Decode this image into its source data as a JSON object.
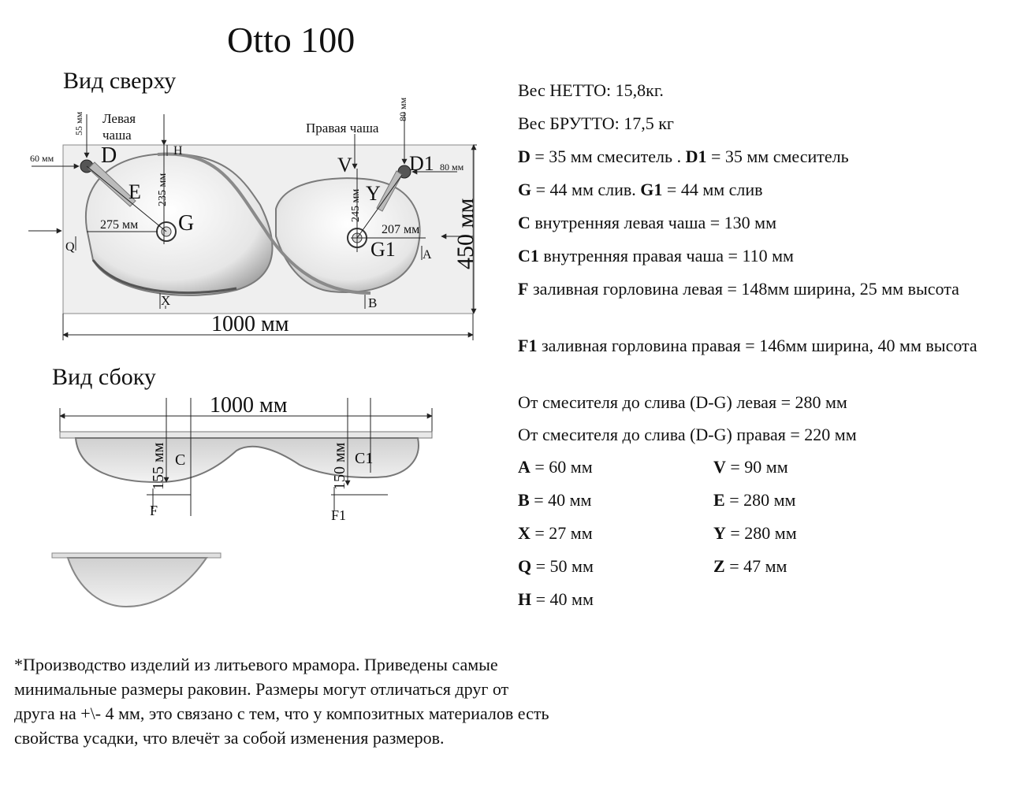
{
  "title": "Otto 100",
  "views": {
    "top": "Вид сверху",
    "side": "Вид сбоку"
  },
  "top_labels": {
    "left_bowl": [
      "Левая",
      "чаша"
    ],
    "right_bowl": "Правая  чаша",
    "d55": "55 мм",
    "d60": "60 мм",
    "d80a": "80 мм",
    "d80b": "80 мм",
    "d235": "235 мм",
    "d245": "245 мм",
    "d275": "275 мм",
    "d207": "207 мм",
    "d450": "450 мм",
    "d1000": "1000 мм",
    "D": "D",
    "D1": "D1",
    "E": "E",
    "G": "G",
    "G1": "G1",
    "H": "H",
    "V": "V",
    "Y": "Y",
    "Q": "Q",
    "A": "A",
    "X": "X",
    "B": "B"
  },
  "side_labels": {
    "d1000": "1000 мм",
    "d155": "155 мм",
    "d150": "150 мм",
    "C": "C",
    "C1": "C1",
    "F": "F",
    "F1": "F1"
  },
  "specs": [
    {
      "bold": "",
      "text": "Вес НЕТТО: 15,8кг."
    },
    {
      "bold": "",
      "text": "Вес БРУТТО: 17,5 кг"
    },
    {
      "bold": "D",
      "text": " = 35 мм смеситель . ",
      "bold2": "D1",
      "text2": " = 35 мм смеситель"
    },
    {
      "bold": "G",
      "text": " = 44 мм слив. ",
      "bold2": "G1",
      "text2": " = 44 мм слив"
    },
    {
      "bold": "C",
      "text": " внутренняя левая чаша = 130 мм"
    },
    {
      "bold": "C1",
      "text": " внутренняя правая чаша = 110 мм"
    },
    {
      "bold": "F",
      "text": " заливная горловина левая = 148мм ширина, 25 мм высота"
    },
    {
      "bold": "F1",
      "text": " заливная горловина правая = 146мм ширина, 40 мм высота"
    },
    {
      "bold": "",
      "text": "От смесителя до слива (D-G) левая = 280 мм"
    },
    {
      "bold": "",
      "text": "От смесителя до слива (D-G) правая = 220 мм"
    }
  ],
  "dims_left": [
    {
      "key": "A",
      "value": " = 60 мм"
    },
    {
      "key": "B",
      "value": " = 40 мм"
    },
    {
      "key": "X",
      "value": " = 27 мм"
    },
    {
      "key": "Q",
      "value": " = 50 мм"
    },
    {
      "key": "H",
      "value": " = 40 мм"
    }
  ],
  "dims_right": [
    {
      "key": "V",
      "value": " = 90 мм"
    },
    {
      "key": "E",
      "value": " = 280 мм"
    },
    {
      "key": "Y",
      "value": " = 280 мм"
    },
    {
      "key": "Z",
      "value": " = 47 мм"
    }
  ],
  "note": "*Производство изделий из литьевого мрамора. Приведены самые минимальные размеры раковин. Размеры могут отличаться друг от друга на +\\- 4 мм, это связано с тем, что у композитных материалов есть свойства усадки, что влечёт за собой изменения размеров."
}
